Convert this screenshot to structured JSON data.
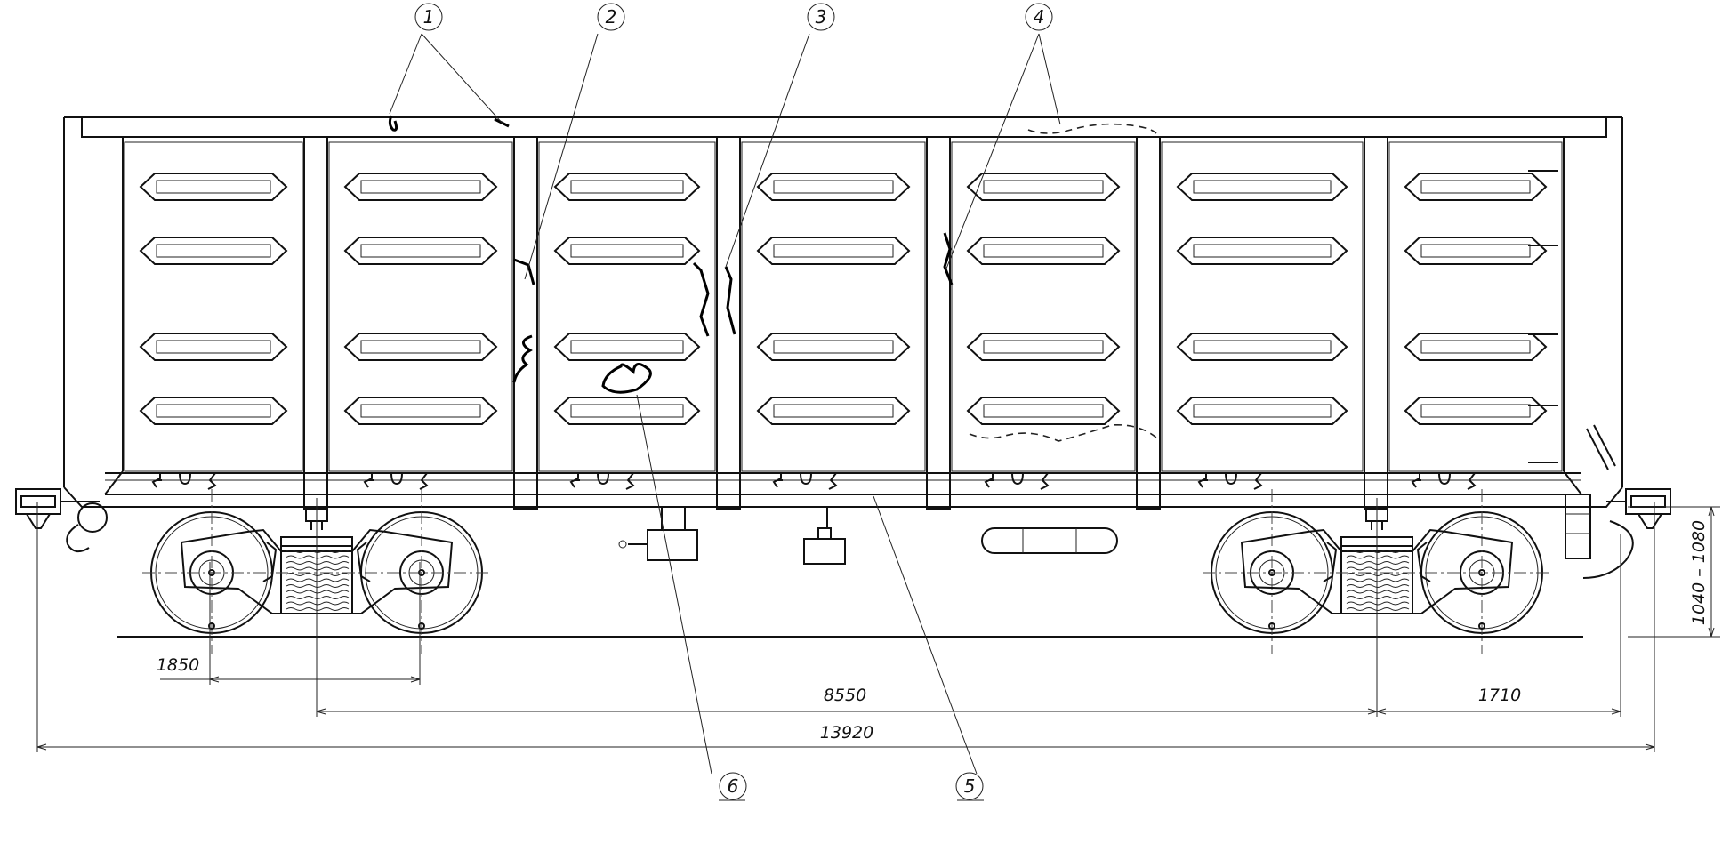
{
  "callouts": [
    "1",
    "2",
    "3",
    "4",
    "5",
    "6"
  ],
  "dimensions": {
    "wheelbase": "1850",
    "bogie_centers": "8550",
    "overhang": "1710",
    "overall_length": "13920",
    "coupler_height": "1040 – 1080"
  },
  "colors": {
    "line": "#111111",
    "background": "#ffffff"
  }
}
